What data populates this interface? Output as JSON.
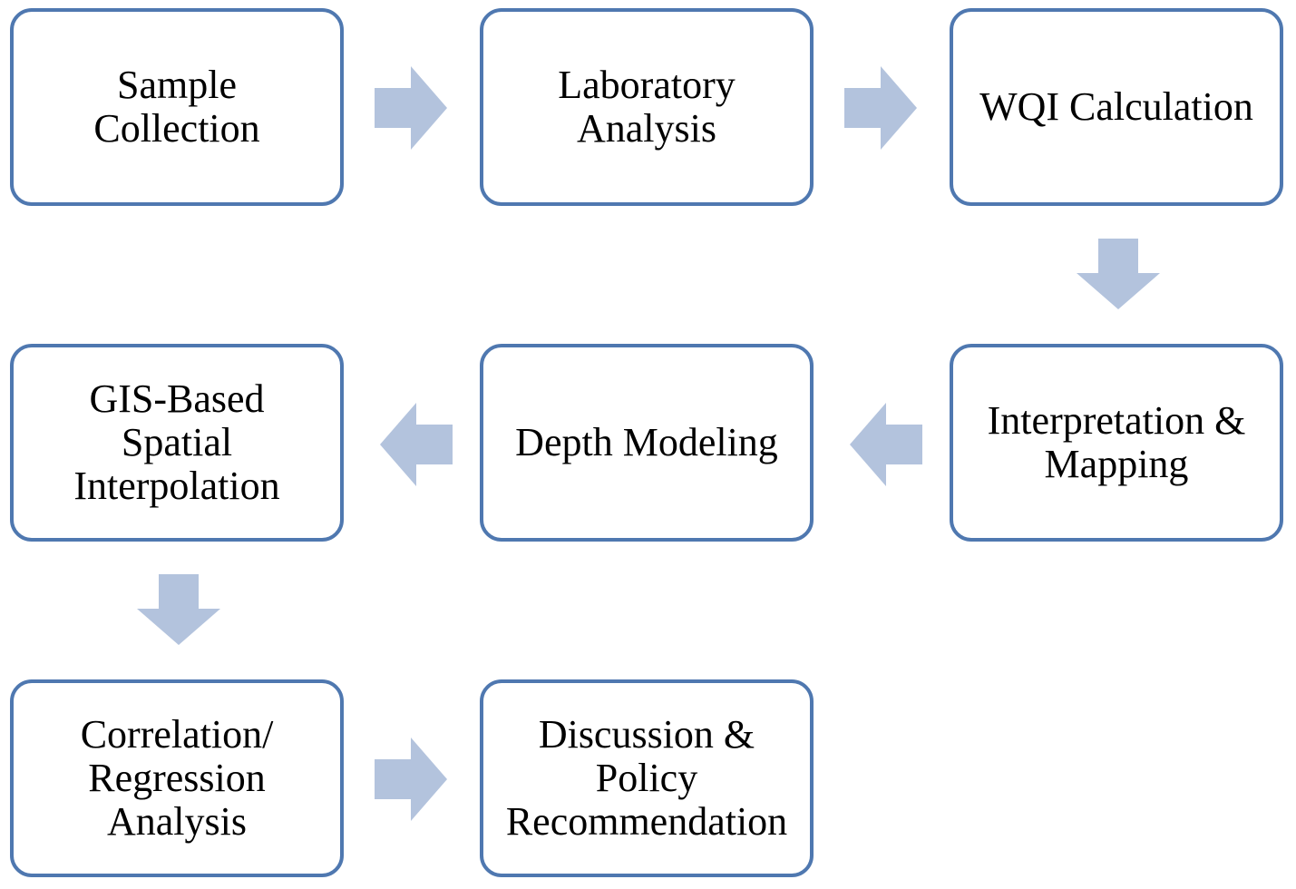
{
  "diagram": {
    "steps": [
      {
        "label": "Sample\nCollection"
      },
      {
        "label": "Laboratory\nAnalysis"
      },
      {
        "label": "WQI Calculation"
      },
      {
        "label": "Interpretation &\nMapping"
      },
      {
        "label": "Depth Modeling"
      },
      {
        "label": "GIS-Based\nSpatial\nInterpolation"
      },
      {
        "label": "Correlation/\nRegression\nAnalysis"
      },
      {
        "label": "Discussion &\nPolicy\nRecommendation"
      }
    ],
    "flow": [
      {
        "from": 1,
        "to": 2,
        "direction": "right"
      },
      {
        "from": 2,
        "to": 3,
        "direction": "right"
      },
      {
        "from": 3,
        "to": 4,
        "direction": "down"
      },
      {
        "from": 4,
        "to": 5,
        "direction": "left"
      },
      {
        "from": 5,
        "to": 6,
        "direction": "left"
      },
      {
        "from": 6,
        "to": 7,
        "direction": "down"
      },
      {
        "from": 7,
        "to": 8,
        "direction": "right"
      }
    ],
    "colors": {
      "box_border": "#4f78b0",
      "arrow_fill": "#b3c3dd",
      "text": "#000000"
    }
  }
}
